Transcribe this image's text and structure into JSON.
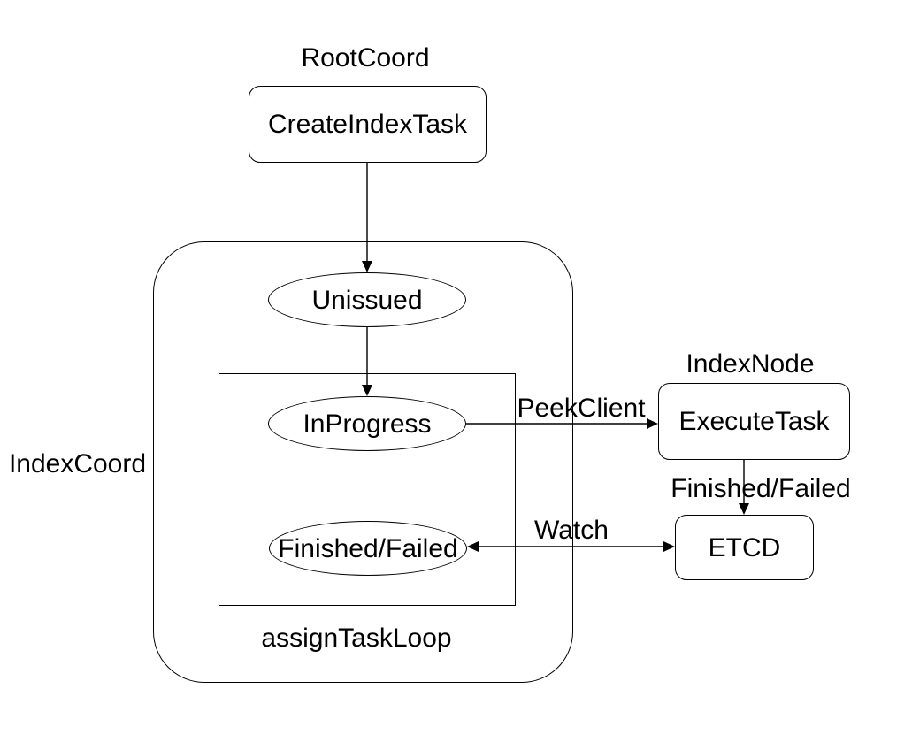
{
  "diagram": {
    "background_color": "#ffffff",
    "stroke_color": "#000000",
    "text_color": "#000000",
    "group_labels": {
      "root_coord": "RootCoord",
      "index_node": "IndexNode",
      "index_coord": "IndexCoord",
      "assign_task_loop": "assignTaskLoop"
    },
    "nodes": {
      "create_index_task": "CreateIndexTask",
      "unissued": "Unissued",
      "in_progress": "InProgress",
      "finished_failed": "Finished/Failed",
      "execute_task": "ExecuteTask",
      "etcd": "ETCD"
    },
    "edge_labels": {
      "peek_client": "PeekClient",
      "finished_failed": "Finished/Failed",
      "watch": "Watch"
    }
  }
}
